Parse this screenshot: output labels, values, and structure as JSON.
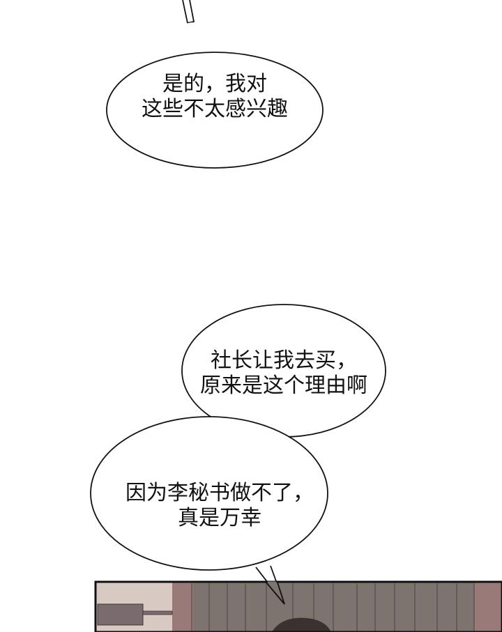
{
  "comic": {
    "bubble1": {
      "line1": "是的，我对",
      "line2": "这些不太感兴趣"
    },
    "bubble2": {
      "line1": "社长让我去买，",
      "line2": "原来是这个理由啊"
    },
    "bubble3": {
      "line1": "因为李秘书做不了，",
      "line2": "真是万幸"
    }
  },
  "colors": {
    "background": "#ffffff",
    "bubble_stroke": "#111111",
    "panel_border": "#111111",
    "wall_left": "#d9c9c3",
    "wall_main": "#7d7470",
    "wall_accent": "#9a7a78"
  }
}
